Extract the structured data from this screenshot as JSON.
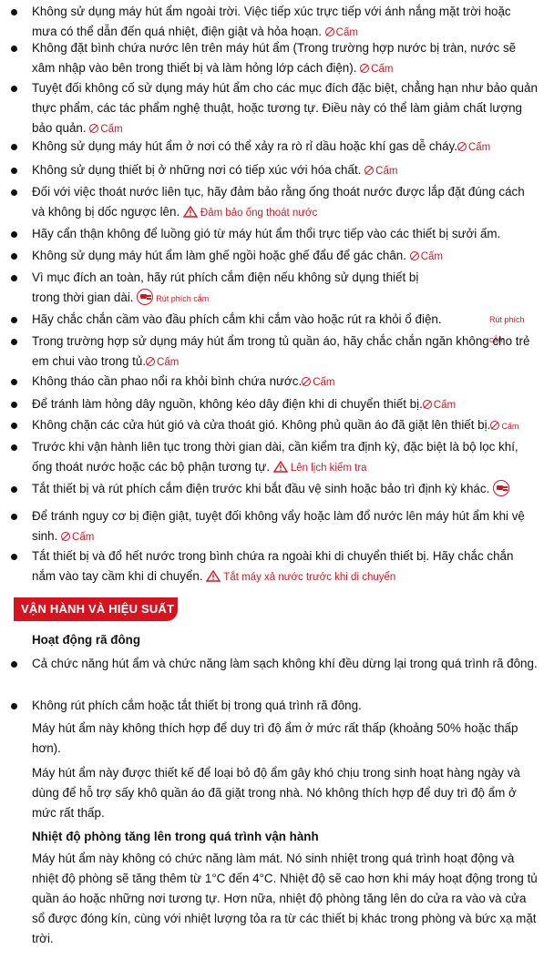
{
  "safety": {
    "items": [
      {
        "text": "Không sử dụng máy hút ẩm ngoài trời. Việc tiếp xúc trực tiếp với ánh nắng mặt trời hoặc mưa có thể dẫn đến quá nhiệt, điện giật và hỏa hoạn.",
        "badge": "Cấm",
        "icon": "prohibit-icon"
      },
      {
        "text": "Không đặt bình chứa nước lên trên máy hút ẩm (Trong trường hợp nước bị tràn, nước sẽ xâm nhập vào bên trong thiết bị và làm hỏng lớp cách điện).",
        "badge": "Cấm",
        "icon": "prohibit-icon"
      },
      {
        "text": "Tuyệt đối không cố sử dụng máy hút ẩm cho các mục đích đặc biệt, chẳng hạn như bảo quản thực phẩm, các tác phẩm nghệ thuật, hoặc tương tự. Điều này có thể làm giảm chất lượng bảo quản.",
        "badge": "Cấm",
        "icon": "prohibit-icon"
      },
      {
        "text": "Không sử dụng máy hút ẩm ở nơi có thể xảy ra rò rỉ dầu hoặc khí gas dễ cháy.",
        "badge": "Cấm",
        "icon": "prohibit-icon"
      },
      {
        "text": "Không sử dụng thiết bị ở những nơi có tiếp xúc với hóa chất.",
        "badge": "Cấm",
        "icon": "prohibit-icon"
      },
      {
        "text": "Đối với việc thoát nước liên tục, hãy đảm bảo rằng ống thoát nước được lắp đặt đúng cách và không bị dốc ngược lên.",
        "badge": "Đảm bảo ống thoát nước",
        "icon": "warning-icon"
      },
      {
        "text": "Hãy cẩn thận không để luồng gió từ máy hút ẩm thổi trực tiếp vào các thiết bị sưởi ấm.",
        "badge": "",
        "icon": ""
      },
      {
        "text": "Không sử dụng máy hút ẩm làm ghế ngồi hoặc ghế đẩu để gác chân.",
        "badge": "Cấm",
        "icon": "prohibit-icon"
      },
      {
        "text": "Vì mục đích an toàn, hãy rút phích cắm điện nếu không sử dụng thiết bị trong thời gian dài.",
        "badge": "Rút phích cắm",
        "icon": "unplug-icon"
      },
      {
        "text": "Hãy chắc chắn cầm vào đầu phích cắm khi cắm vào hoặc rút ra khỏi ổ điện.",
        "badge": "Rút phích cắm",
        "icon": ""
      },
      {
        "text": "Trong trường hợp sử dụng máy hút ẩm trong tủ quần áo, hãy chắc chắn ngăn không cho trẻ em chui vào trong tủ.",
        "badge": "Cấm",
        "icon": "prohibit-icon"
      },
      {
        "text": "Không tháo cần phao nổi ra khỏi bình chứa nước.",
        "badge": "Cấm",
        "icon": "prohibit-icon"
      },
      {
        "text": "Để tránh làm hỏng dây nguồn, không kéo dây điện khi di chuyển thiết bị.",
        "badge": "Cấm",
        "icon": "prohibit-icon"
      },
      {
        "text": "Không chặn các cửa hút gió và cửa thoát gió. Không phủ quần áo đã giặt lên thiết bị.",
        "badge": "Cấm",
        "icon": "prohibit-icon"
      },
      {
        "text": "Trước khi vận hành liên tục trong thời gian dài, cần kiểm tra định kỳ, đặc biệt là bộ lọc khí, ống thoát nước hoặc các bộ phận tương tự.",
        "badge": "Lên lịch kiểm tra",
        "icon": "warning-icon"
      },
      {
        "text": "Tắt thiết bị và rút phích cắm điện trước khi bắt đầu vệ sinh hoặc bảo trì định kỳ khác.",
        "badge": "",
        "icon": "unplug-icon"
      },
      {
        "text": "Để tránh nguy cơ bị điện giật, tuyệt đối không vẩy hoặc làm đổ nước lên máy hút ẩm khi vệ sinh.",
        "badge": "Cấm",
        "icon": "prohibit-icon"
      },
      {
        "text": "Tắt thiết bị và đổ hết nước trong bình chứa ra ngoài khi di chuyển thiết bị. Hãy chắc chắn nắm vào tay cầm khi di chuyển.",
        "badge": "Tắt máy xả nước trước khi di chuyển",
        "icon": "warning-icon"
      }
    ]
  },
  "section": {
    "title": "VẬN HÀNH VÀ HIỆU SUẤT",
    "defrost_heading": "Hoạt động rã đông",
    "defrost_items": [
      "Cả chức năng hút ẩm và chức năng làm sạch không khí đều dừng lại trong quá trình rã đông.",
      "Không rút phích cắm hoặc tắt thiết bị trong quá trình rã đông."
    ],
    "para1": "Máy hút ẩm này không thích hợp để duy trì độ ẩm ở mức rất thấp (khoảng 50% hoặc thấp hơn).",
    "para2": "Máy hút ẩm này được thiết kế để loại bỏ độ ẩm gây khó chịu trong sinh hoạt hàng ngày và dùng để hỗ trợ sấy khô quần áo đã giặt trong nhà. Nó không thích hợp để duy trì độ ẩm ở mức rất thấp.",
    "temp_heading": "Nhiệt độ phòng tăng lên trong quá trình vận hành",
    "para3": "Máy hút ẩm này không có chức năng làm mát. Nó sinh nhiệt trong quá trình hoạt động và nhiệt độ phòng sẽ tăng thêm từ 1°C đến 4°C. Nhiệt độ sẽ cao hơn khi máy hoạt động trong tủ quần áo hoặc những nơi tương tự. Hơn nữa, nhiệt độ phòng tăng lên do cửa ra vào và cửa sổ được đóng kín, cùng với nhiệt lượng tỏa ra từ các thiết bị khác trong phòng và bức xạ mặt trời."
  },
  "colors": {
    "accent": "#d7131f",
    "text": "#111111"
  }
}
